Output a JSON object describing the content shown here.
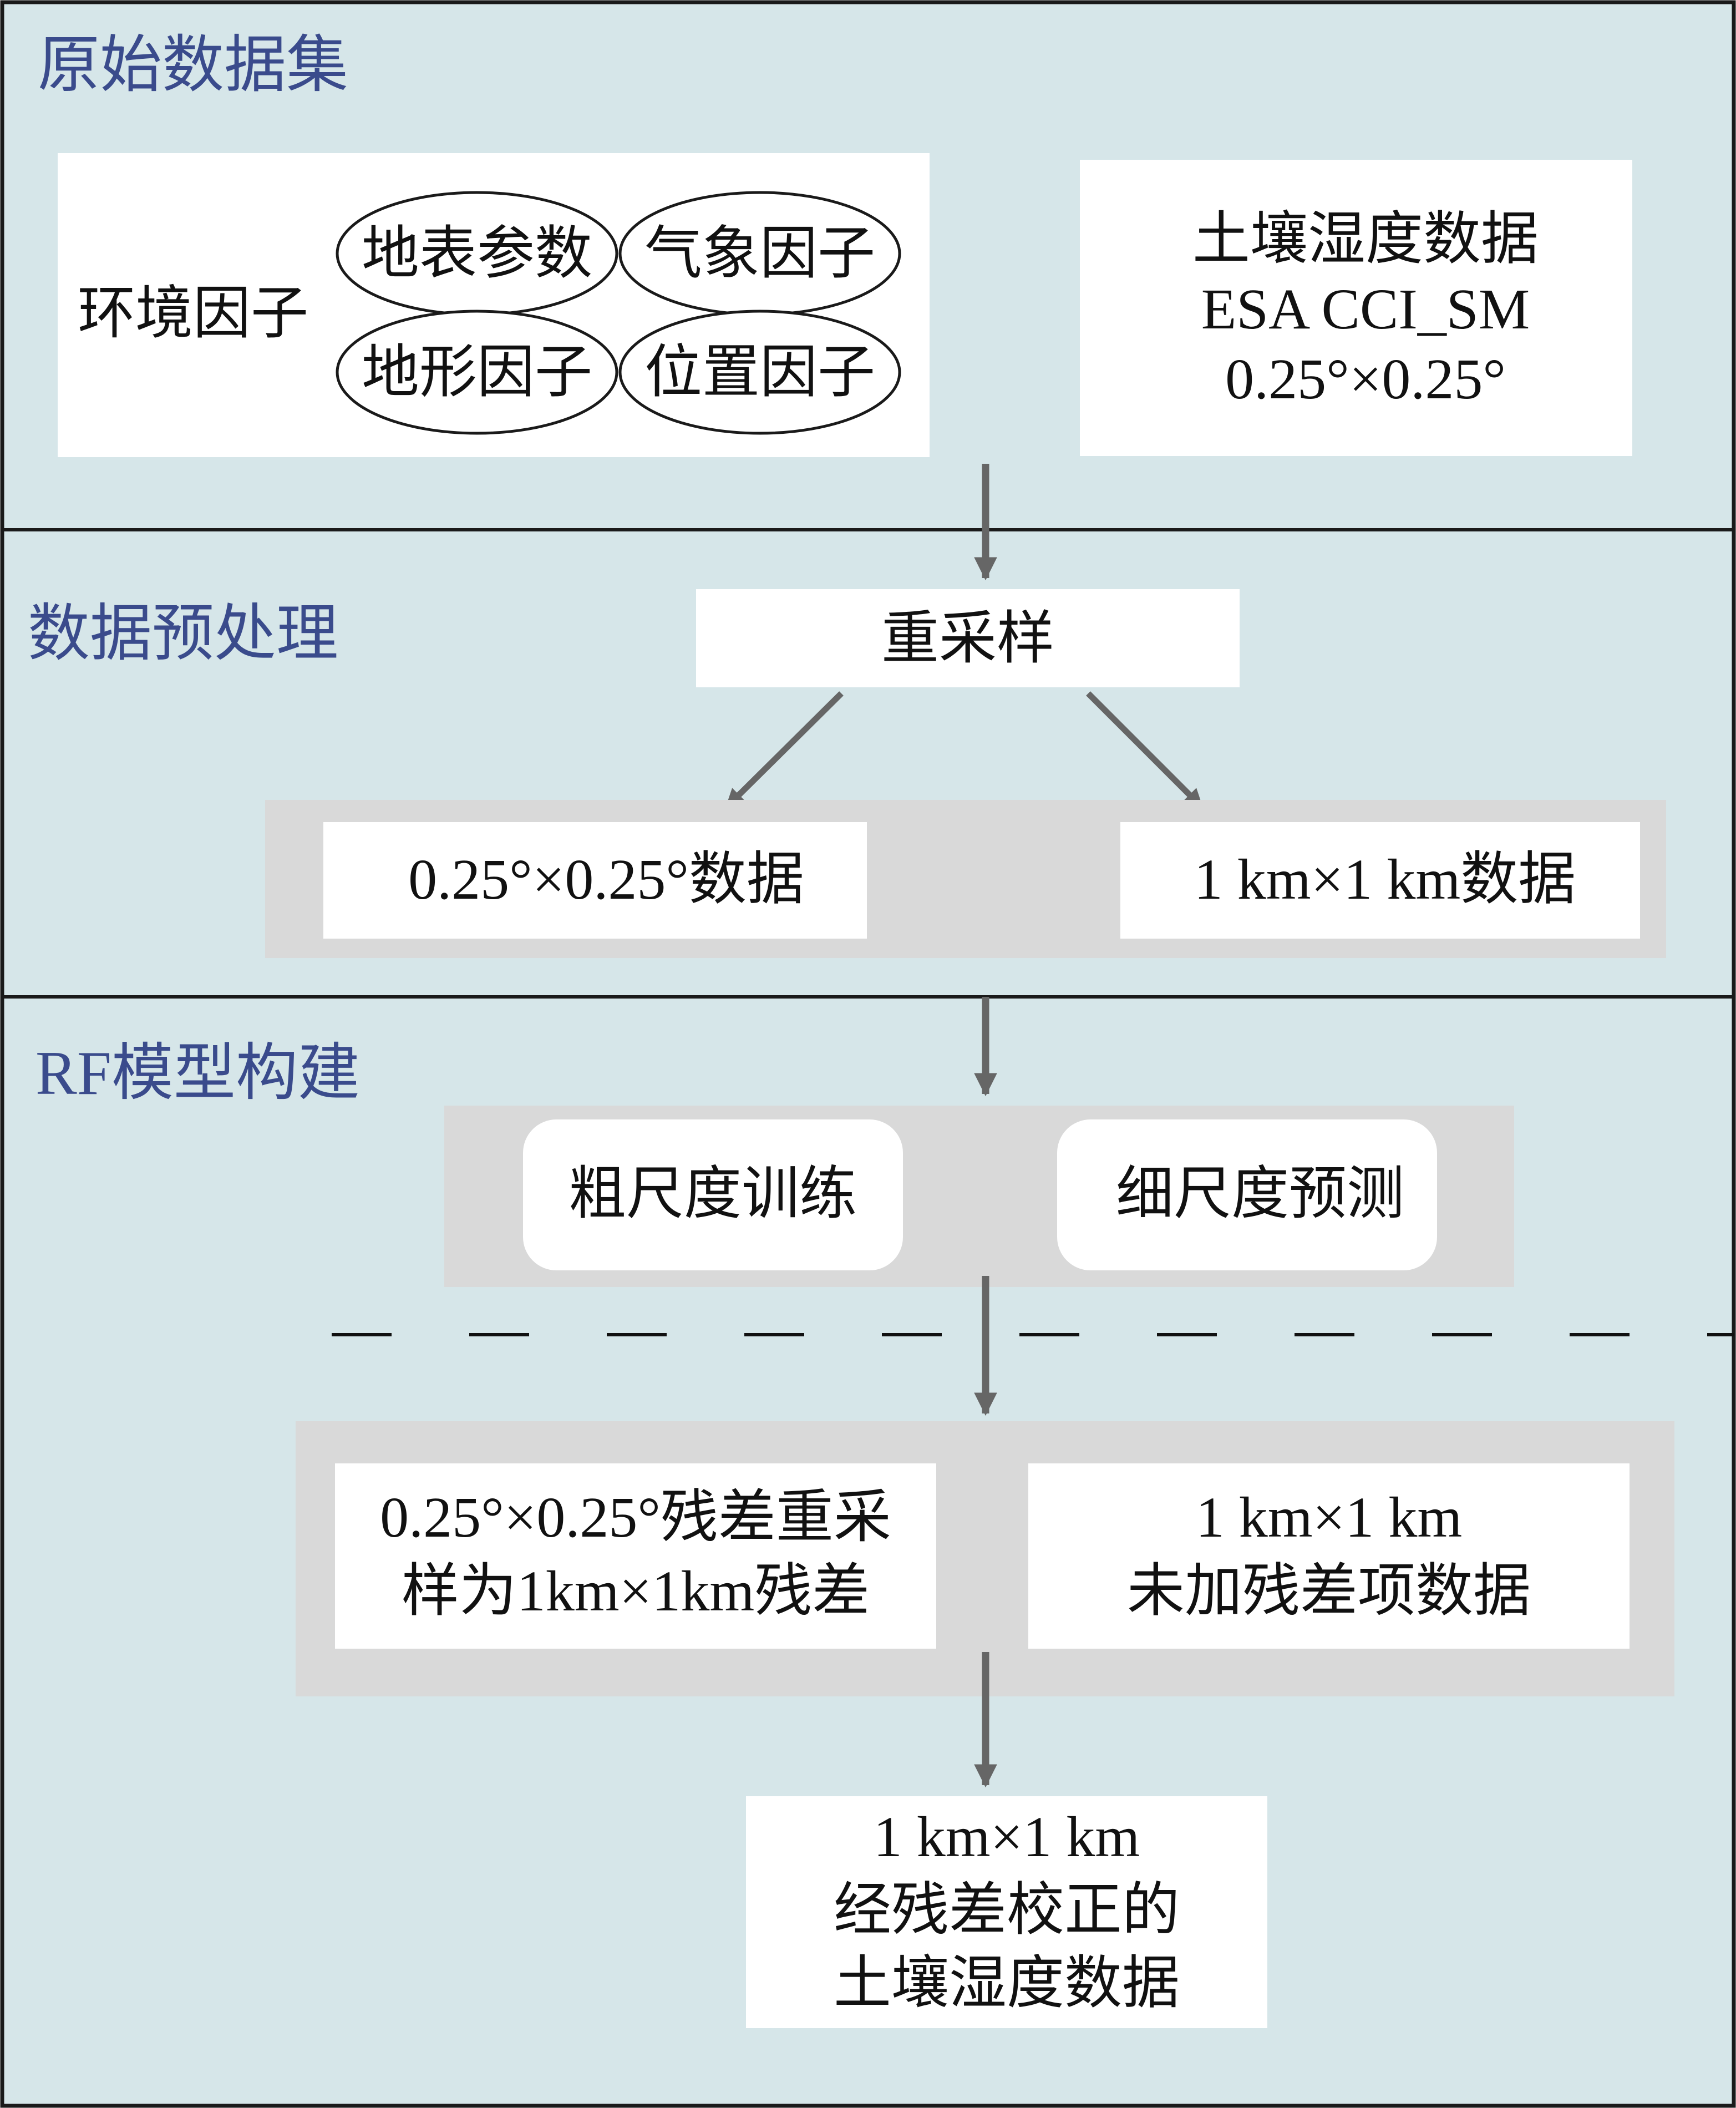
{
  "colors": {
    "panel_bg": "#d6e6e9",
    "section_title": "#3a4b8c",
    "gray_container": "#d9d9d9",
    "box_bg": "#ffffff",
    "arrow": "#666666",
    "border": "#1a1a1a",
    "text": "#111111"
  },
  "sections": {
    "raw": {
      "title": "原始数据集"
    },
    "preprocess": {
      "title": "数据预处理"
    },
    "model": {
      "title": "RF模型构建"
    }
  },
  "env": {
    "label": "环境因子",
    "factors": [
      "地表参数",
      "气象因子",
      "地形因子",
      "位置因子"
    ]
  },
  "soil": {
    "lines": [
      "土壤湿度数据",
      "ESA CCI_SM",
      "0.25°×0.25°"
    ]
  },
  "resample": {
    "label": "重采样"
  },
  "coarse_data": {
    "label": "0.25°×0.25°数据"
  },
  "fine_data": {
    "label": "1 km×1 km数据"
  },
  "train": {
    "label": "粗尺度训练"
  },
  "predict": {
    "label": "细尺度预测"
  },
  "residual": {
    "lines": [
      "0.25°×0.25°残差重采",
      "样为1km×1km残差"
    ]
  },
  "no_residual": {
    "lines": [
      "1 km×1 km",
      "未加残差项数据"
    ]
  },
  "final": {
    "lines": [
      "1 km×1 km",
      "经残差校正的",
      "土壤湿度数据"
    ]
  }
}
